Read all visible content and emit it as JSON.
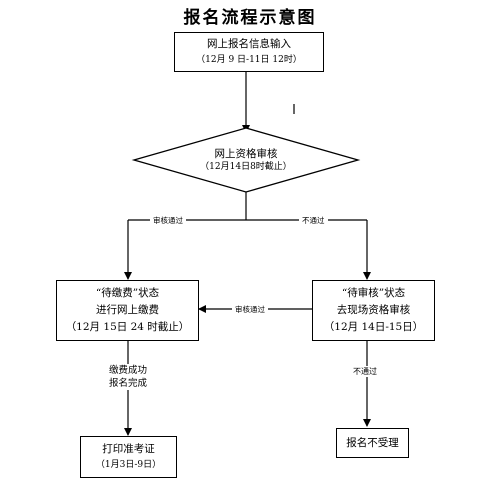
{
  "title": "报名流程示意图",
  "nodes": {
    "online_register": {
      "line1": "网上报名信息输入",
      "line2": "（12月 9 日-11日 12时）"
    },
    "qualification_review": {
      "line1": "网上资格审核",
      "line2": "（12月14日8时截止）"
    },
    "pending_payment": {
      "line1": "“待缴费”状态",
      "line2": "进行网上缴费",
      "line3": "（12月 15日 24 时截止）"
    },
    "pending_review": {
      "line1": "“待审核”状态",
      "line2": "去现场资格审核",
      "line3": "（12月 14日-15日）"
    },
    "print_ticket": {
      "line1": "打印准考证",
      "line2": "（1月3日-9日）"
    },
    "rejected": {
      "label": "报名不受理"
    }
  },
  "edge_labels": {
    "review_passed": "审核通过",
    "not_passed_right": "不通过",
    "onsite_passed": "审核通过",
    "payment_done_1": "缴费成功",
    "payment_done_2": "报名完成",
    "not_passed_down": "不通过"
  },
  "colors": {
    "stroke": "#000000",
    "background": "#ffffff"
  }
}
